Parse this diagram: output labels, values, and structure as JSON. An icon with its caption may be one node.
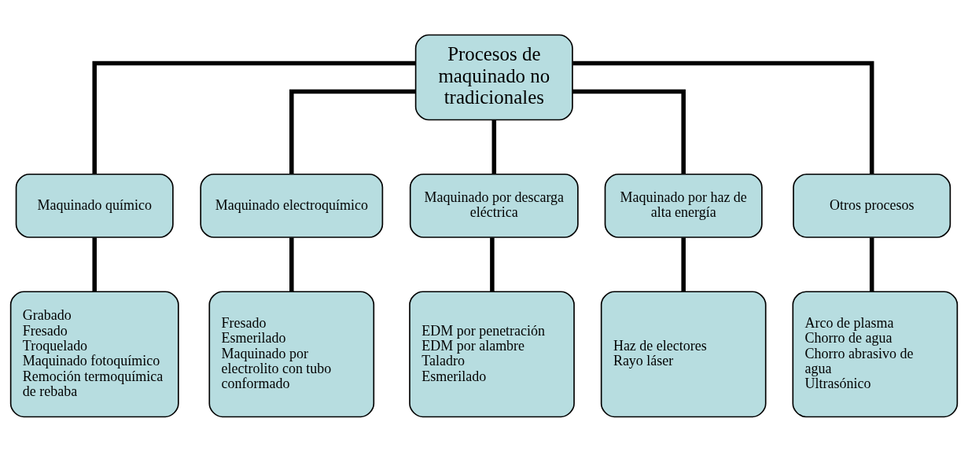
{
  "diagram": {
    "nodes": [
      {
        "text": [
          "Procesos de maquinado no tradicionales"
        ]
      },
      {
        "text": [
          "Maquinado químico"
        ]
      },
      {
        "text": [
          "Maquinado electroquímico"
        ]
      },
      {
        "text": [
          "Maquinado por descarga eléctrica"
        ]
      },
      {
        "text": [
          "Maquinado por haz de alta energía"
        ]
      },
      {
        "text": [
          "Otros procesos"
        ]
      },
      {
        "text": [
          "Grabado",
          "Fresado",
          "Troquelado",
          "Maquinado fotoquímico",
          "Remoción termoquímica de rebaba"
        ]
      },
      {
        "text": [
          "Fresado",
          "Esmerilado",
          "Maquinado por electrolito con tubo conformado"
        ]
      },
      {
        "text": [
          "EDM por penetración",
          "EDM por alambre",
          "Taladro",
          "Esmerilado"
        ]
      },
      {
        "text": [
          "Haz de electores",
          "Rayo láser"
        ]
      },
      {
        "text": [
          "Arco de plasma",
          "Chorro de agua",
          "Chorro abrasivo de agua",
          "Ultrasónico"
        ]
      }
    ],
    "edges": [
      {
        "from": 0,
        "to": 1,
        "arrow": "none"
      },
      {
        "from": 0,
        "to": 2,
        "arrow": "none"
      },
      {
        "from": 0,
        "to": 3,
        "arrow": "none"
      },
      {
        "from": 0,
        "to": 4,
        "arrow": "none"
      },
      {
        "from": 0,
        "to": 5,
        "arrow": "none"
      },
      {
        "from": 1,
        "to": 6,
        "arrow": "none"
      },
      {
        "from": 2,
        "to": 7,
        "arrow": "none"
      },
      {
        "from": 3,
        "to": 8,
        "arrow": "none"
      },
      {
        "from": 4,
        "to": 9,
        "arrow": "none"
      },
      {
        "from": 5,
        "to": 10,
        "arrow": "none"
      }
    ]
  }
}
